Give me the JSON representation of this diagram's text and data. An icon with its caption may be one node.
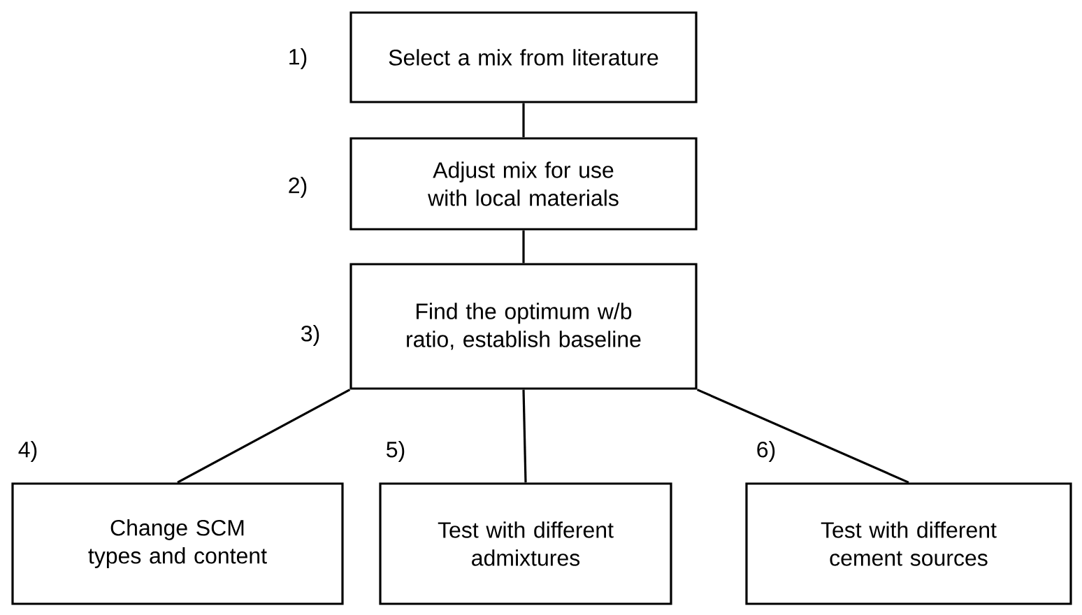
{
  "diagram": {
    "nodes": [
      {
        "text": [
          "Select a mix from literature"
        ]
      },
      {
        "text": [
          "Adjust mix for use with local materials"
        ]
      },
      {
        "text": [
          "Find the optimum w/b ratio, establish baseline"
        ]
      },
      {
        "text": [
          "Change SCM types and content"
        ]
      },
      {
        "text": [
          "Test with different admixtures"
        ]
      },
      {
        "text": [
          "Test with different cement sources"
        ]
      }
    ],
    "edges": [
      {
        "from": 0,
        "to": 1,
        "arrow": "none"
      },
      {
        "from": 1,
        "to": 2,
        "arrow": "none"
      },
      {
        "from": 2,
        "to": 3,
        "arrow": "none"
      },
      {
        "from": 2,
        "to": 4,
        "arrow": "none"
      },
      {
        "from": 2,
        "to": 5,
        "arrow": "none"
      }
    ],
    "labels": [
      "1)",
      "2)",
      "3)",
      "4)",
      "5)",
      "6)"
    ]
  }
}
